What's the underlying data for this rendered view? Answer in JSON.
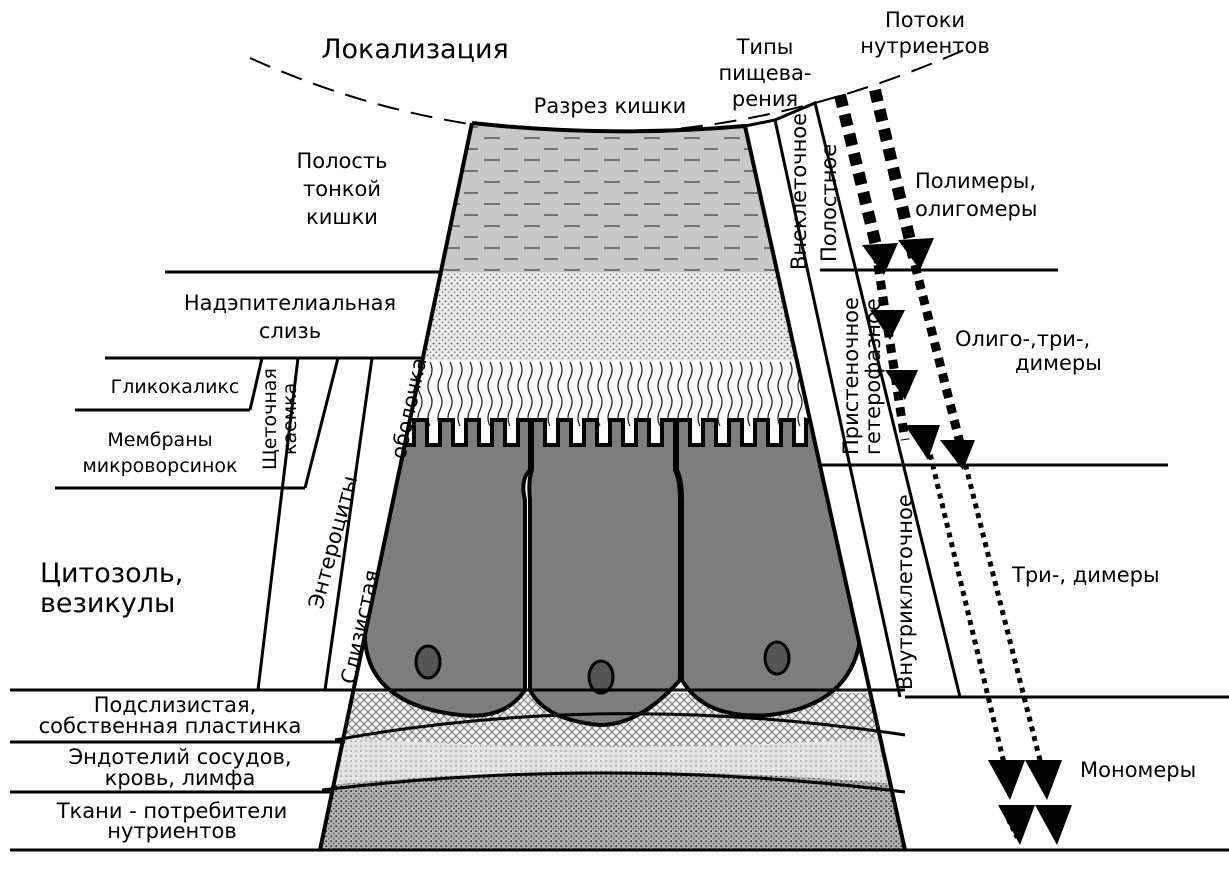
{
  "header": {
    "localization": "Локализация",
    "section": "Разрез кишки",
    "digestion_types": [
      "Типы",
      "пищева-",
      "рения"
    ],
    "nutrient_flows": [
      "Потоки",
      "нутриентов"
    ]
  },
  "layers": {
    "cavity": [
      "Полость",
      "тонкой",
      "кишки"
    ],
    "mucus": [
      "Надэпителиальная",
      "слизь"
    ],
    "glycocalyx": "Гликокаликс",
    "membranes": [
      "Мембраны",
      "микроворсинок"
    ],
    "brush_border": [
      "Щеточная",
      "каемка"
    ],
    "enterocytes": "Энтероциты",
    "mucosa": [
      "Слизистая",
      "оболочка"
    ],
    "cytosol": [
      "Цитозоль,",
      "везикулы"
    ],
    "submucosa": [
      "Подслизистая,",
      "собственная пластинка"
    ],
    "endothelium": [
      "Эндотелий сосудов,",
      "кровь, лимфа"
    ],
    "tissues": [
      "Ткани - потребители",
      "нутриентов"
    ]
  },
  "digestion": {
    "extracellular": "Внеклеточное",
    "cavitary": "Полостное",
    "parietal": [
      "Пристеночное",
      "гетерофазное"
    ],
    "intracellular": "Внутриклеточное"
  },
  "nutrients": {
    "polymers": [
      "Полимеры,",
      "олигомеры"
    ],
    "oligo": [
      "Олиго-,три-,",
      "димеры"
    ],
    "tri": "Три-, димеры",
    "mono": "Мономеры"
  }
}
